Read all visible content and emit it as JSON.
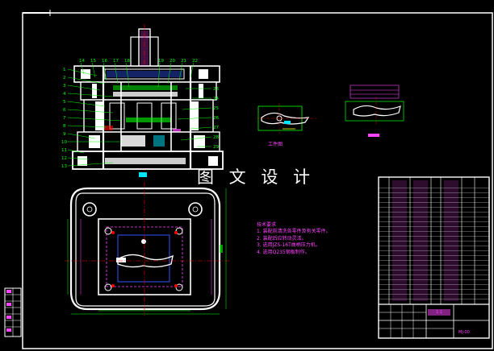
{
  "watermark": "图 文 设 计",
  "view_label_left": "工件图",
  "tech_notes": {
    "title": "技术要求",
    "items": [
      "1. 装配前清洗各零件及有关零件。",
      "2. 装配后应转动灵活。",
      "3. 选用JZS-16T曲柄压力机。",
      "4. 选用Q235钢板制作。"
    ]
  },
  "title_block": {
    "code": "MJ-00",
    "scale": "1:1"
  },
  "colors": {
    "background": "#000000",
    "outline": "#ffffff",
    "part": "#00ff00",
    "dimension": "#ff44ff",
    "centerline": "#ff0000",
    "cyan": "#00e5ff",
    "blue": "#3355ff",
    "yellow": "#ffff00"
  }
}
